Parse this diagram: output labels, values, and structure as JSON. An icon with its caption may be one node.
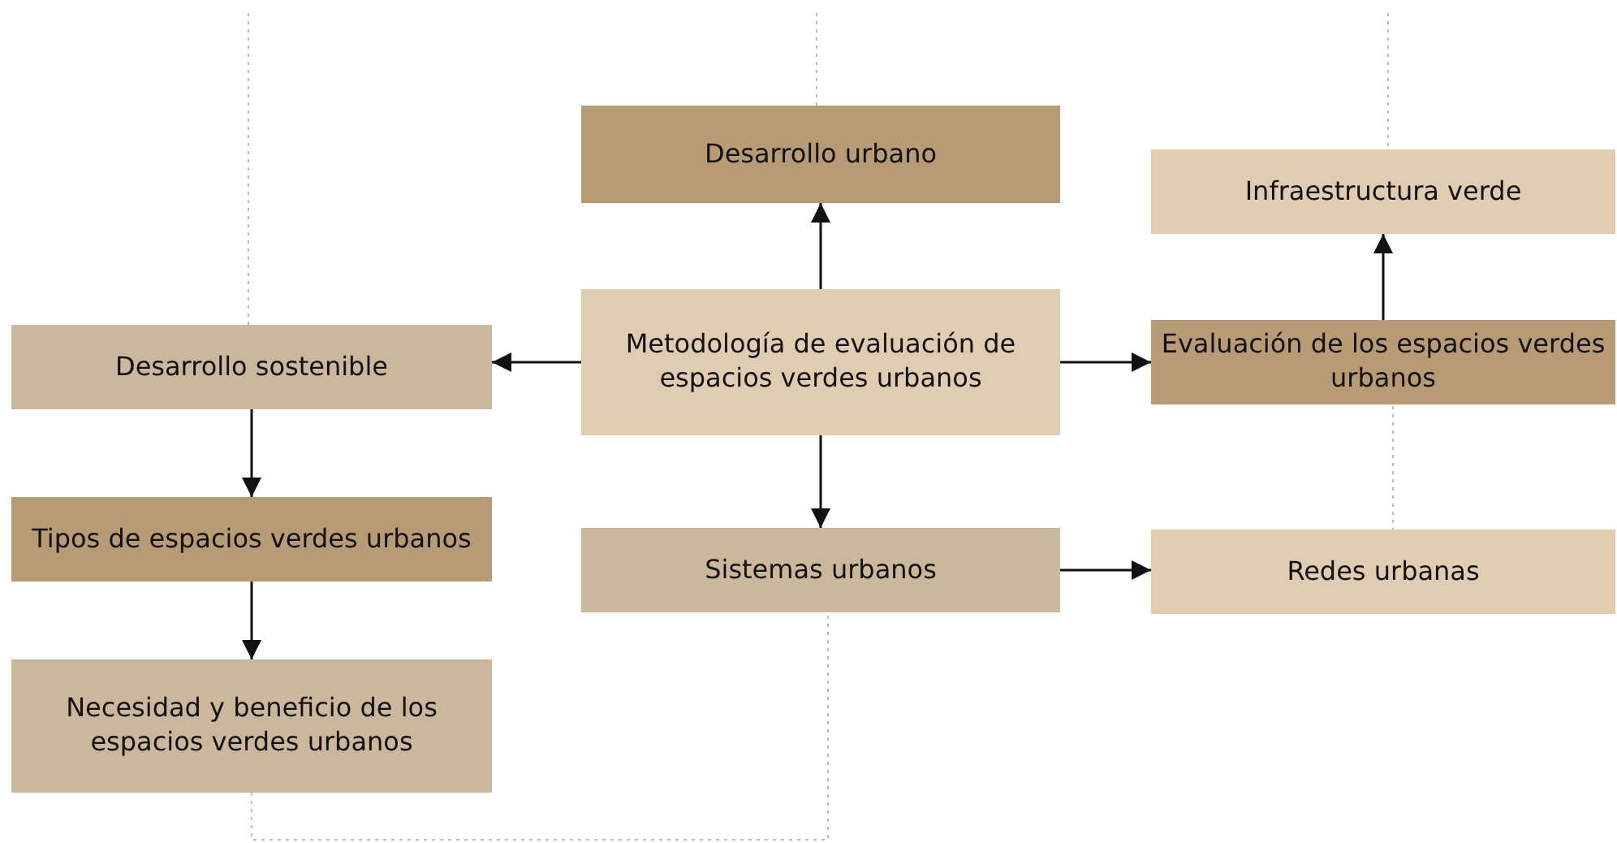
{
  "diagram": {
    "nodes": [
      {
        "text": [
          "Desarrollo urbano"
        ]
      },
      {
        "text": [
          "Infraestructura verde"
        ]
      },
      {
        "text": [
          "Metodología de evaluación de espacios verdes urbanos"
        ]
      },
      {
        "text": [
          "Desarrollo sostenible"
        ]
      },
      {
        "text": [
          "Evaluación de los espacios verdes urbanos"
        ]
      },
      {
        "text": [
          "Tipos de espacios verdes urbanos"
        ]
      },
      {
        "text": [
          "Sistemas urbanos"
        ]
      },
      {
        "text": [
          "Redes urbanas"
        ]
      },
      {
        "text": [
          "Necesidad y beneficio de los espacios verdes urbanos"
        ]
      }
    ],
    "edges": [
      {
        "from": 2,
        "to": 0,
        "arrow": "to"
      },
      {
        "from": 2,
        "to": 3,
        "arrow": "to"
      },
      {
        "from": 2,
        "to": 4,
        "arrow": "to"
      },
      {
        "from": 4,
        "to": 1,
        "arrow": "to"
      },
      {
        "from": 2,
        "to": 6,
        "arrow": "to"
      },
      {
        "from": 3,
        "to": 5,
        "arrow": "to"
      },
      {
        "from": 5,
        "to": 8,
        "arrow": "to"
      },
      {
        "from": 6,
        "to": 7,
        "arrow": "to"
      }
    ]
  }
}
